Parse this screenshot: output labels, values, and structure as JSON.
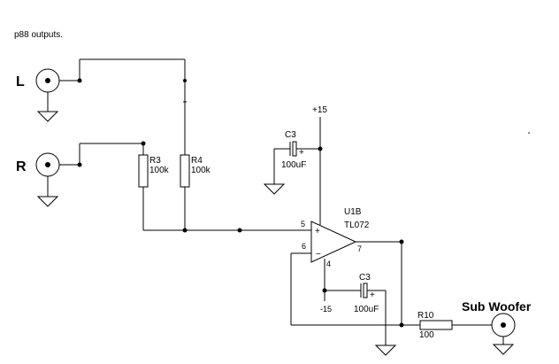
{
  "title": "p88 outputs.",
  "inputs": {
    "left": "L",
    "right": "R"
  },
  "components": {
    "r3": {
      "ref": "R3",
      "value": "100k"
    },
    "r4": {
      "ref": "R4",
      "value": "100k"
    },
    "c3_top": {
      "ref": "C3",
      "value": "100uF",
      "polarity": "+"
    },
    "c3_bottom": {
      "ref": "C3",
      "value": "100uF",
      "polarity": "+"
    },
    "opamp": {
      "ref": "U1B",
      "part": "TL072",
      "pin_noninv": "5",
      "pin_inv": "6",
      "pin_out": "7",
      "pin_vneg": "4",
      "sign_plus": "+",
      "sign_minus": "−"
    },
    "r10": {
      "ref": "R10",
      "value": "100"
    }
  },
  "rails": {
    "positive": "+15",
    "negative": "-15"
  },
  "output": {
    "label": "Sub Woofer"
  },
  "colors": {
    "ink": "#000000",
    "background": "#ffffff"
  }
}
